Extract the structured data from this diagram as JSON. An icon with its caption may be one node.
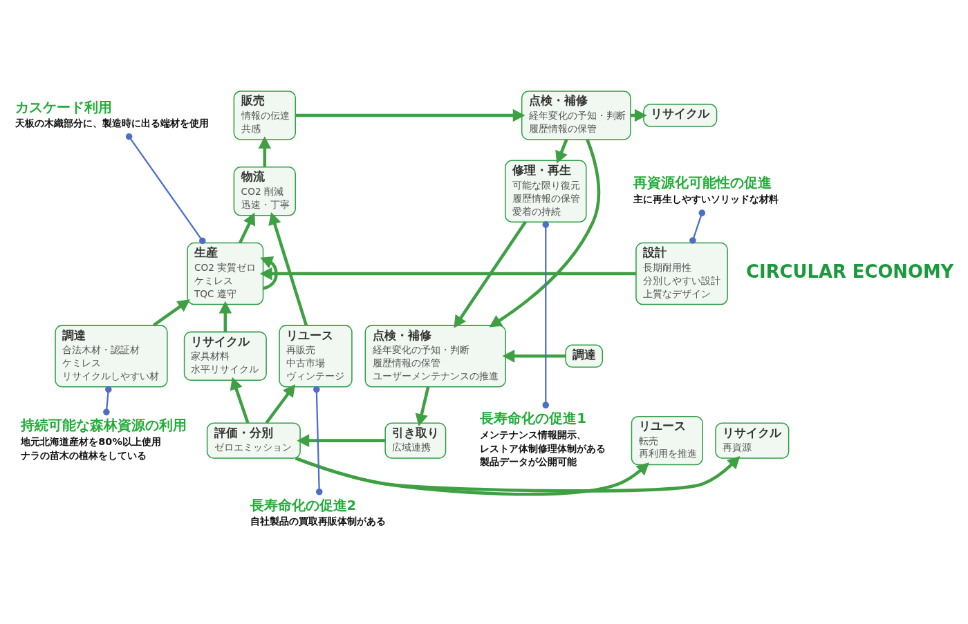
{
  "diagram": {
    "nodes": [
      {
        "text": [
          "カスケード利用",
          "天板の木織部分に、製造時に出る端材を使用"
        ]
      },
      {
        "text": [
          "販売",
          "情報の伝達",
          "共感"
        ]
      },
      {
        "text": [
          "点検・補修",
          "経年変化の予知・判断",
          "履歴情報の保管"
        ]
      },
      {
        "text": [
          "リサイクル"
        ]
      },
      {
        "text": [
          "再資源化可能性の促進",
          "主に再生しやすいソリッドな材料"
        ]
      },
      {
        "text": [
          "物流",
          "CO2 削減",
          "迅速・丁寧"
        ]
      },
      {
        "text": [
          "修理・再生",
          "可能な限り復元",
          "履歴情報の保管",
          "愛着の持続"
        ]
      },
      {
        "text": [
          "生産",
          "CO2 実質ゼロ",
          "ケミレス",
          "TQC 遵守"
        ]
      },
      {
        "text": [
          "設計",
          "長期耐用性",
          "分別しやすい設計",
          "上質なデザイン"
        ]
      },
      {
        "text": [
          "リユース",
          "再販売",
          "中古市場",
          "ヴィンテージ"
        ]
      },
      {
        "text": [
          "調達"
        ]
      },
      {
        "text": [
          "調達",
          "合法木材・認証材",
          "ケミレス",
          "リサイクルしやすい材"
        ]
      },
      {
        "text": [
          "点検・補修",
          "経年変化の予知・判断",
          "履歴情報の保管",
          "ユーザーメンテナンスの推進"
        ]
      },
      {
        "text": [
          "リサイクル",
          "家具材料",
          "水平リサイクル"
        ]
      },
      {
        "text": [
          "持続可能な森林資源の利用",
          "地元北海道産材を80%以上使用",
          "ナラの苗木の植林をしている"
        ]
      },
      {
        "text": [
          "リユース",
          "転売",
          "再利用を推進"
        ]
      },
      {
        "text": [
          "評価・分別",
          "ゼロエミッション"
        ]
      },
      {
        "text": [
          "引き取り",
          "広域連携"
        ]
      },
      {
        "text": [
          "長寿命化の促進1",
          "メンテナンス情報開示、",
          "レストア体制修理体制がある",
          "製品データが公開可能"
        ]
      },
      {
        "text": [
          "リサイクル",
          "再資源"
        ]
      },
      {
        "text": [
          "長寿命化の促進2",
          "自社製品の買取再販体制がある"
        ]
      }
    ],
    "edges": [
      {
        "from": 11,
        "to": 7,
        "arrow": "to"
      },
      {
        "from": 8,
        "to": 7,
        "arrow": "to"
      },
      {
        "from": 7,
        "to": 7,
        "arrow": "to"
      },
      {
        "from": 7,
        "to": 5,
        "arrow": "to"
      },
      {
        "from": 5,
        "to": 1,
        "arrow": "to"
      },
      {
        "from": 1,
        "to": 2,
        "arrow": "to"
      },
      {
        "from": 2,
        "to": 3,
        "arrow": "to"
      },
      {
        "from": 2,
        "to": 6,
        "arrow": "to"
      },
      {
        "from": 2,
        "to": 12,
        "arrow": "to"
      },
      {
        "from": 6,
        "to": 12,
        "arrow": "to"
      },
      {
        "from": 10,
        "to": 12,
        "arrow": "to"
      },
      {
        "from": 12,
        "to": 17,
        "arrow": "to"
      },
      {
        "from": 17,
        "to": 16,
        "arrow": "to"
      },
      {
        "from": 16,
        "to": 9,
        "arrow": "to"
      },
      {
        "from": 16,
        "to": 13,
        "arrow": "to"
      },
      {
        "from": 16,
        "to": 15,
        "arrow": "to"
      },
      {
        "from": 16,
        "to": 19,
        "arrow": "to"
      },
      {
        "from": 9,
        "to": 5,
        "arrow": "to"
      },
      {
        "from": 13,
        "to": 7,
        "arrow": "to"
      },
      {
        "from": 0,
        "to": 7,
        "arrow": "other",
        "color": "#4a6fc8"
      },
      {
        "from": 4,
        "to": 8,
        "arrow": "other",
        "color": "#4a6fc8"
      },
      {
        "from": 14,
        "to": 11,
        "arrow": "other",
        "color": "#4a6fc8"
      },
      {
        "from": 18,
        "to": 6,
        "arrow": "other",
        "color": "#4a6fc8"
      },
      {
        "from": 20,
        "to": 9,
        "arrow": "other",
        "color": "#4a6fc8"
      }
    ],
    "labels": [
      "CIRCULAR ECONOMY"
    ]
  }
}
